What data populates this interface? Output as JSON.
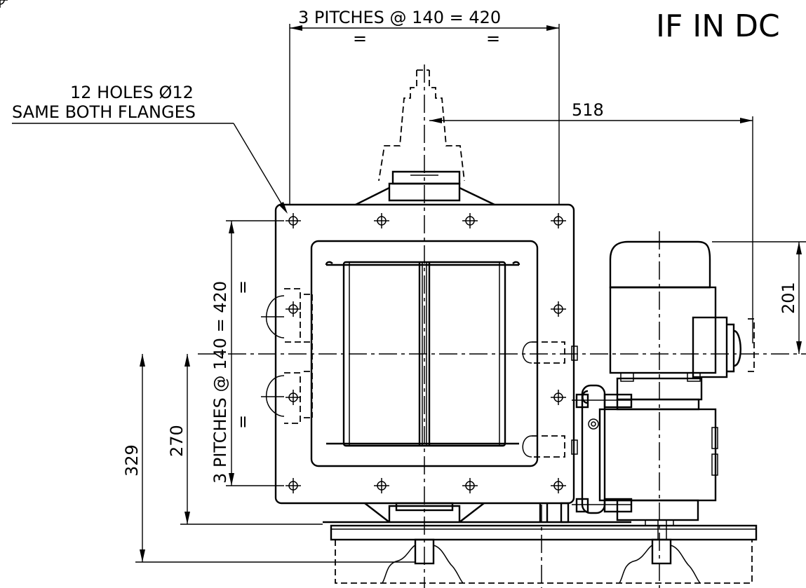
{
  "header": {
    "partial_title": "IF IN DC"
  },
  "dimensions": {
    "top_pitch": "3 PITCHES @ 140 = 420",
    "top_eq_left": "=",
    "top_eq_right": "=",
    "side_pitch": "3 PITCHES @ 140 = 420",
    "side_eq_top": "=",
    "side_eq_bottom": "=",
    "dim_518": "518",
    "dim_201": "201",
    "dim_270": "270",
    "dim_329": "329"
  },
  "notes": {
    "holes_line1": "12 HOLES Ø12",
    "holes_line2": "SAME BOTH FLANGES"
  }
}
